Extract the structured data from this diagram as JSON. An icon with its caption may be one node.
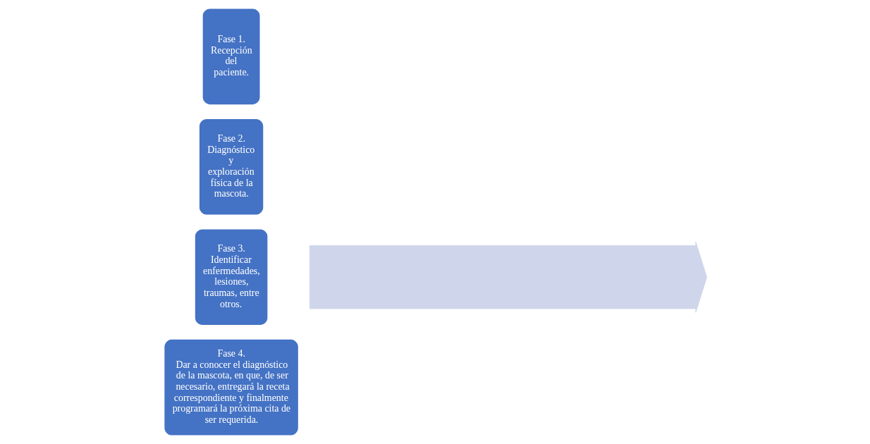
{
  "diagram": {
    "nodes": [
      {
        "text": [],
        "shape": "arrow"
      },
      {
        "text": [
          "Fase 1.",
          "Recepción del paciente."
        ]
      },
      {
        "text": [
          "Fase 2.",
          "Diagnóstico y exploración física de la mascota."
        ]
      },
      {
        "text": [
          "Fase 3.",
          "Identificar enfermedades, lesiones, traumas, entre otros."
        ]
      },
      {
        "text": [
          "Fase 4.",
          "Dar a conocer el diagnóstico de la mascota, en que, de ser necesario, entregará la receta correspondiente y finalmente programará la próxima cita de ser requerida."
        ]
      }
    ]
  }
}
